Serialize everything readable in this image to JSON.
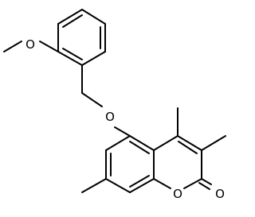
{
  "structure": {
    "atom_labels": {
      "methoxy_oxygen": "O",
      "ether_oxygen": "O",
      "ring_oxygen": "O",
      "carbonyl_oxygen": "O"
    }
  }
}
